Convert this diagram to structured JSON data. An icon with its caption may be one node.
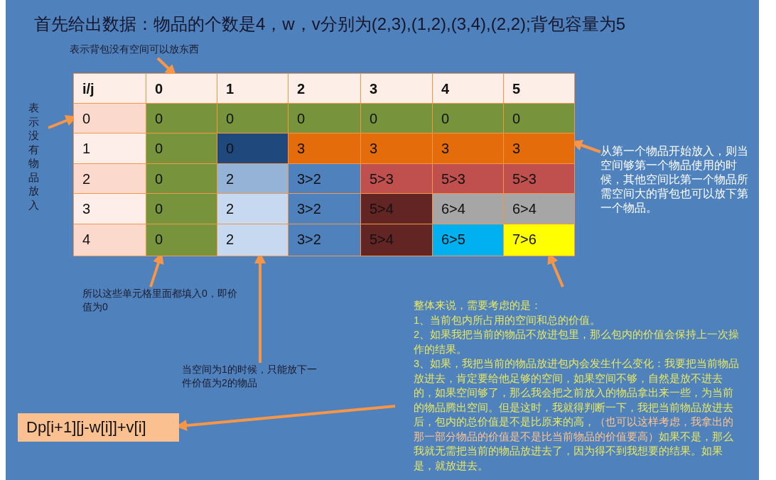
{
  "diagram": {
    "title": "首先给出数据：物品的个数是4，w，v分别为(2,3),(1,2),(3,4),(2,2);背包容量为5",
    "nodes": [
      {
        "text": [
          "表示背包没有空间可以放东西"
        ]
      },
      {
        "text": [
          "表示没有物品放入"
        ]
      },
      {
        "text": [
          "i/j"
        ]
      },
      {
        "text": [
          "0"
        ]
      },
      {
        "text": [
          "1"
        ]
      },
      {
        "text": [
          "2"
        ]
      },
      {
        "text": [
          "3"
        ]
      },
      {
        "text": [
          "4"
        ]
      },
      {
        "text": [
          "5"
        ]
      },
      {
        "text": [
          "0"
        ]
      },
      {
        "text": [
          "0"
        ]
      },
      {
        "text": [
          "0"
        ]
      },
      {
        "text": [
          "0"
        ]
      },
      {
        "text": [
          "0"
        ]
      },
      {
        "text": [
          "0"
        ]
      },
      {
        "text": [
          "0"
        ]
      },
      {
        "text": [
          "1"
        ]
      },
      {
        "text": [
          "0"
        ]
      },
      {
        "text": [
          "0"
        ]
      },
      {
        "text": [
          "3"
        ]
      },
      {
        "text": [
          "3"
        ]
      },
      {
        "text": [
          "3"
        ]
      },
      {
        "text": [
          "3"
        ]
      },
      {
        "text": [
          "2"
        ]
      },
      {
        "text": [
          "0"
        ]
      },
      {
        "text": [
          "2"
        ]
      },
      {
        "text": [
          "3>2"
        ]
      },
      {
        "text": [
          "5>3"
        ]
      },
      {
        "text": [
          "5>3"
        ]
      },
      {
        "text": [
          "5>3"
        ]
      },
      {
        "text": [
          "3"
        ]
      },
      {
        "text": [
          "0"
        ]
      },
      {
        "text": [
          "2"
        ]
      },
      {
        "text": [
          "3>2"
        ]
      },
      {
        "text": [
          "5>4"
        ]
      },
      {
        "text": [
          "6>4"
        ]
      },
      {
        "text": [
          "6>4"
        ]
      },
      {
        "text": [
          "4"
        ]
      },
      {
        "text": [
          "0"
        ]
      },
      {
        "text": [
          "2"
        ]
      },
      {
        "text": [
          "3>2"
        ]
      },
      {
        "text": [
          "5>4"
        ]
      },
      {
        "text": [
          "6>5"
        ]
      },
      {
        "text": [
          "7>6"
        ]
      },
      {
        "text": [
          "从第一个物品开始放入，则当空间够第一个物品使用的时候，其他空间比第一个物品所需空间大的背包也可以放下第一个物品。"
        ]
      },
      {
        "text": [
          "所以这些单元格里面都填入0，即价值为0"
        ]
      },
      {
        "text": [
          "当空间为1的时候，只能放下一件价值为2的物品"
        ]
      },
      {
        "text": [
          "整体来说，需要考虑的是：",
          "1、当前包内所占用的空间和总的价值。",
          "2、如果我把当前的物品不放进包里，那么包内的价值会保持上一次操作的结果。",
          "3、如果，我把当前的物品放进包内会发生什么变化：我要把当前物品放进去，肯定要给他足够的空间，如果空间不够，自然是放不进去的，如果空间够了，那么我会把之前放入的物品拿出来一些，为当前的物品腾出空间。但是这时，我就得判断一下，我把当前物品放进去后，包内的总价值是不是比原来的高，",
          "（也可以这样考虑，我拿出的那一部分物品的价值是不是比当前物品的价值要高）",
          "如果不是，那么我就无需把当前的物品放进去了，因为得不到我想要的结果。如果是，就放进去。"
        ]
      },
      {
        "text": [
          "Dp[i+1][j-w[i]]+v[i]"
        ]
      }
    ],
    "edges": [
      {
        "from": 0,
        "to": 3,
        "arrow": "to"
      },
      {
        "from": 1,
        "to": 9,
        "arrow": "to"
      },
      {
        "from": 44,
        "to": 22,
        "arrow": "to"
      },
      {
        "from": 45,
        "to": 38,
        "arrow": "to"
      },
      {
        "from": 46,
        "to": 39,
        "arrow": "to"
      },
      {
        "from": 47,
        "to": 43,
        "arrow": "to"
      },
      {
        "from": 47,
        "to": 48,
        "arrow": "to"
      }
    ]
  }
}
